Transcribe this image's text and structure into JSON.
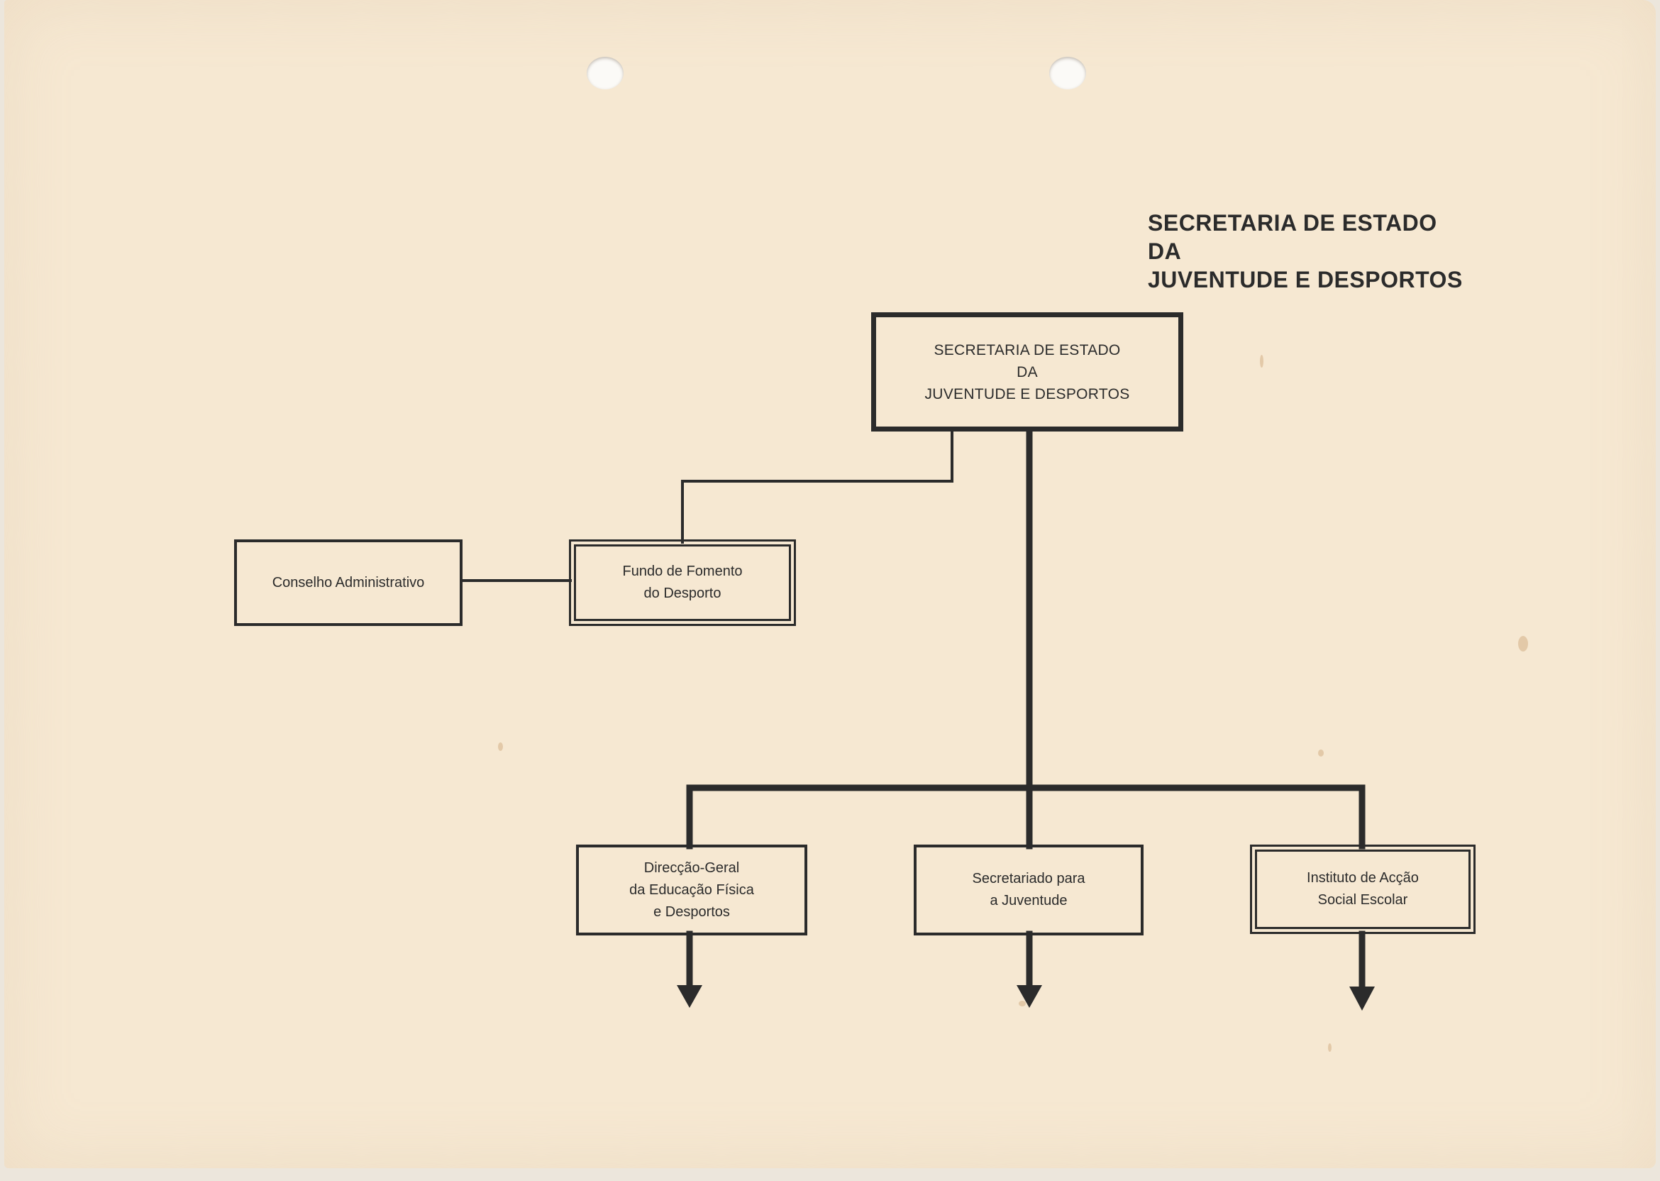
{
  "document": {
    "title_lines": [
      "SECRETARIA DE ESTADO",
      "DA",
      "JUVENTUDE E DESPORTOS"
    ]
  },
  "org_chart": {
    "top": {
      "lines": [
        "SECRETARIA DE ESTADO",
        "DA",
        "JUVENTUDE E DESPORTOS"
      ]
    },
    "fundo": {
      "lines": [
        "Fundo de Fomento",
        "do Desporto"
      ]
    },
    "conselho": {
      "lines": [
        "Conselho Administrativo"
      ]
    },
    "direccao": {
      "lines": [
        "Direcção-Geral",
        "da Educação Física",
        "e Desportos"
      ]
    },
    "secretariado": {
      "lines": [
        "Secretariado para",
        "a Juventude"
      ]
    },
    "instituto": {
      "lines": [
        "Instituto de Acção",
        "Social Escolar"
      ]
    }
  },
  "colors": {
    "paper": "#f6e8d2",
    "ink": "#2b2b2b"
  }
}
